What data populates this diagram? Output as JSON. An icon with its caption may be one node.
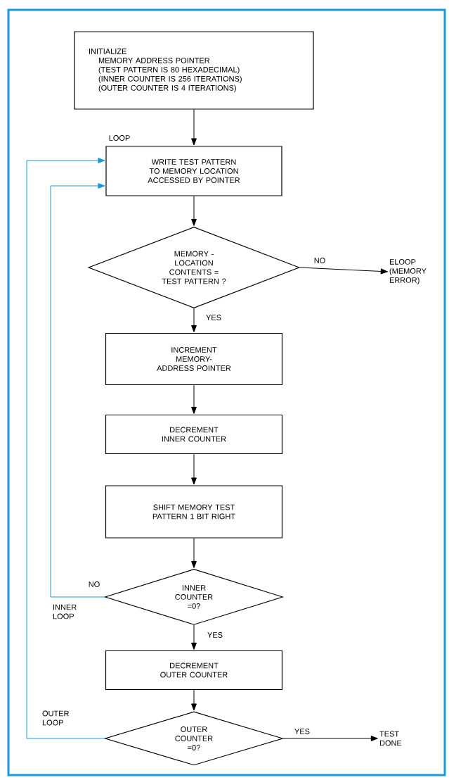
{
  "diagram": {
    "nodes": [
      {
        "text": [
          "INITIALIZE",
          "MEMORY ADDRESS POINTER",
          "(TEST PATTERN IS 80 HEXADECIMAL)",
          "(INNER COUNTER IS 256 ITERATIONS)",
          "(OUTER COUNTER IS 4 ITERATIONS)"
        ]
      },
      {
        "text": [
          "WRITE TEST PATTERN TO MEMORY LOCATION ACCESSED BY POINTER"
        ],
        "beside": [
          "LOOP"
        ]
      },
      {
        "text": [
          "MEMORY - LOCATION CONTENTS = TEST PATTERN ?"
        ]
      },
      {
        "text": [
          "ELOOP (MEMORY ERROR)"
        ]
      },
      {
        "text": [
          "INCREMENT MEMORY-ADDRESS POINTER"
        ]
      },
      {
        "text": [
          "DECREMENT INNER COUNTER"
        ]
      },
      {
        "text": [
          "SHIFT MEMORY TEST PATTERN 1 BIT RIGHT"
        ]
      },
      {
        "text": [
          "INNER COUNTER =0?"
        ]
      },
      {
        "text": [
          "DECREMENT OUTER COUNTER"
        ]
      },
      {
        "text": [
          "OUTER COUNTER =0?"
        ]
      },
      {
        "text": [
          "TEST DONE"
        ]
      }
    ],
    "edges": [
      {
        "from": 0,
        "to": 1,
        "arrow": "to"
      },
      {
        "from": 1,
        "to": 2,
        "arrow": "to"
      },
      {
        "from": 2,
        "to": 3,
        "arrow": "to",
        "label": "NO"
      },
      {
        "from": 2,
        "to": 4,
        "arrow": "to",
        "label": "YES"
      },
      {
        "from": 4,
        "to": 5,
        "arrow": "to"
      },
      {
        "from": 5,
        "to": 6,
        "arrow": "to"
      },
      {
        "from": 6,
        "to": 7,
        "arrow": "to"
      },
      {
        "from": 7,
        "to": 1,
        "arrow": "to",
        "label": "NO",
        "color": "#1a9ad6"
      },
      {
        "from": 7,
        "to": 8,
        "arrow": "to",
        "label": "YES"
      },
      {
        "from": 8,
        "to": 9,
        "arrow": "to"
      },
      {
        "from": 9,
        "to": 1,
        "arrow": "to",
        "color": "#1a9ad6"
      },
      {
        "from": 9,
        "to": 10,
        "arrow": "to",
        "label": "YES"
      }
    ],
    "labels": [
      "INNER LOOP",
      "OUTER LOOP"
    ]
  }
}
